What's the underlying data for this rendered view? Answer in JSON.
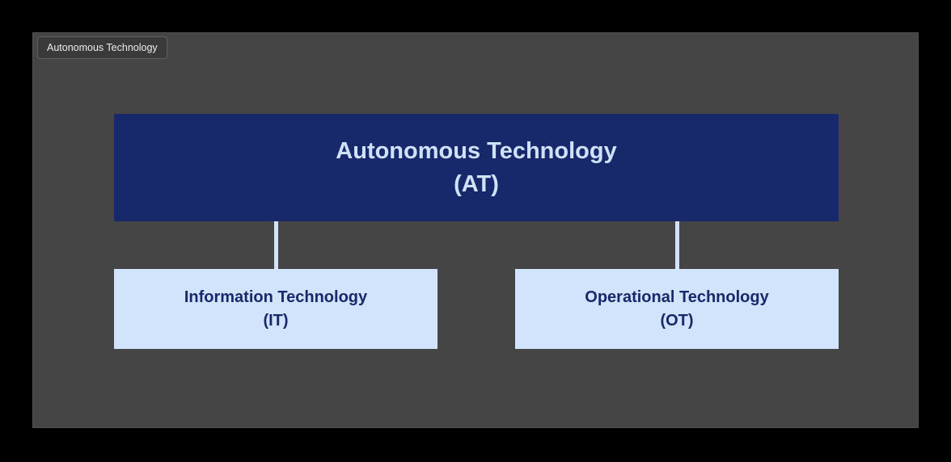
{
  "window": {
    "tab_label": "Autonomous Technology"
  },
  "diagram": {
    "type": "hierarchy-tree",
    "root": {
      "label": "Autonomous Technology",
      "abbr": "(AT)"
    },
    "children": [
      {
        "label": "Information Technology",
        "abbr": "(IT)"
      },
      {
        "label": "Operational Technology",
        "abbr": "(OT)"
      }
    ]
  },
  "colors": {
    "outer_background": "#000000",
    "canvas_background": "#454545",
    "root_box_background": "#17296a",
    "root_box_text": "#cfe2fa",
    "child_box_background": "#d2e3fc",
    "child_box_text": "#17296a",
    "connector": "#d2e3fc",
    "tab_background": "#3a3a3a",
    "tab_border": "#616161",
    "tab_text": "#ececec"
  }
}
